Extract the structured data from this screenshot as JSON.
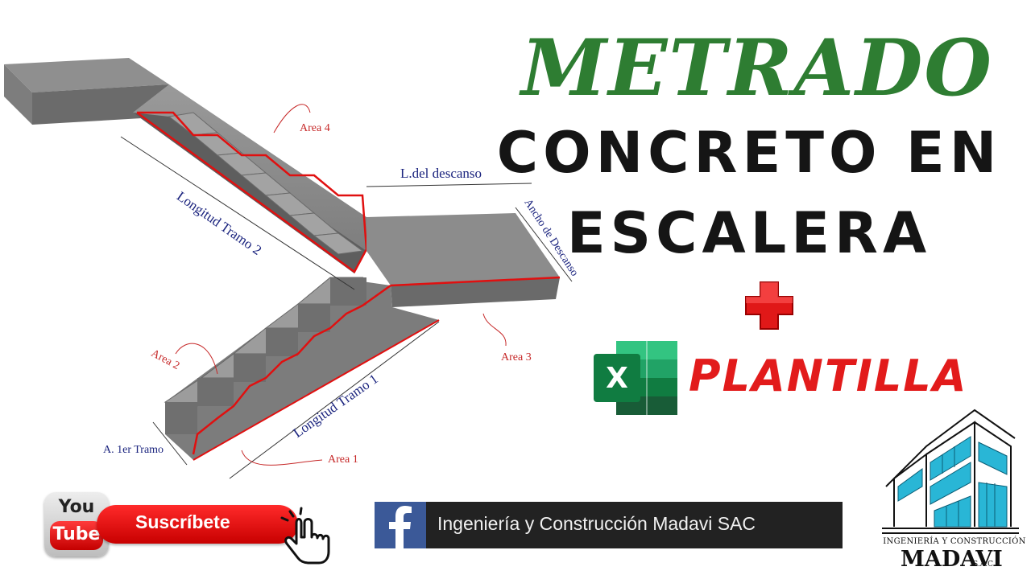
{
  "title": {
    "line1": "METRADO",
    "line2": "CONCRETO EN",
    "line3": "ESCALERA"
  },
  "plantilla_label": "PLANTILLA",
  "diagram_labels": {
    "area_4": "Area 4",
    "area_3": "Area 3",
    "area_2": "Area 2",
    "area_1": "Area 1",
    "l_descanso": "L.del descanso",
    "ancho_descanso": "Ancho de Descanso",
    "longitud_tramo_2": "Longitud Tramo 2",
    "longitud_tramo_1": "Longitud Tramo 1",
    "a_1er_tramo": "A. 1er Tramo"
  },
  "youtube": {
    "you": "You",
    "tube": "Tube",
    "subscribe": "Suscríbete"
  },
  "facebook": {
    "label": "Ingeniería y Construcción Madavi SAC"
  },
  "madavi": {
    "subtitle": "INGENIERÍA Y CONSTRUCCIÓN",
    "name": "MADAVI",
    "suffix": "S.A.C."
  },
  "colors": {
    "metrado_green": "#2e7d32",
    "plantilla_red": "#e21b1b",
    "excel_green": "#1d6f42",
    "facebook_blue": "#3b5998"
  },
  "icons": [
    "plus-icon",
    "excel-icon",
    "youtube-logo",
    "hand-cursor-icon",
    "facebook-icon",
    "madavi-building-icon"
  ]
}
